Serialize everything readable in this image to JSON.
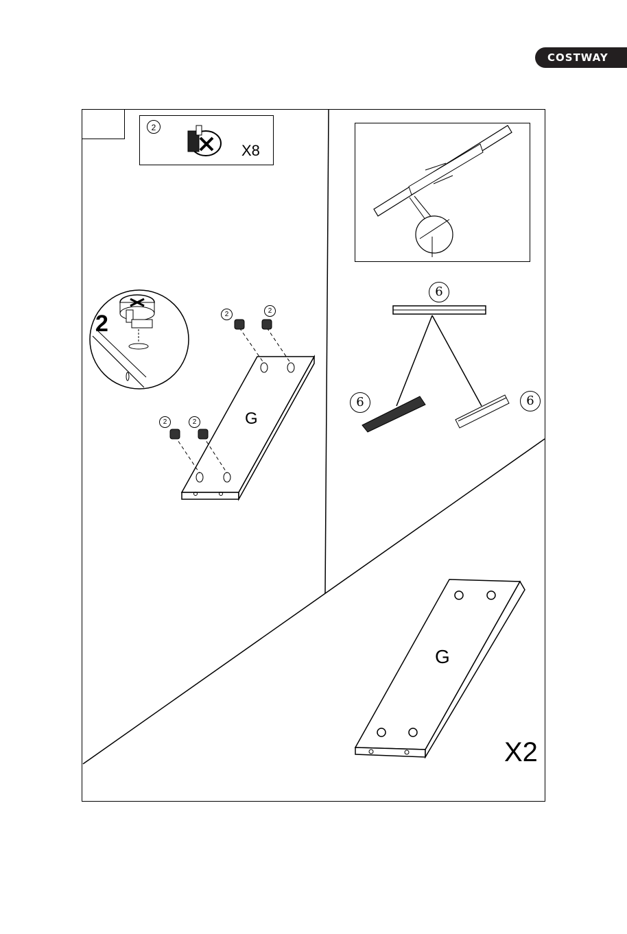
{
  "brand": {
    "name": "COSTWAY"
  },
  "hardware": {
    "part_number": "2",
    "quantity": "X8"
  },
  "detail": {
    "part_number": "2"
  },
  "panel": {
    "label": "G",
    "hole_markers": [
      "2",
      "2",
      "2",
      "2"
    ]
  },
  "slides": {
    "part_number_top": "6",
    "part_number_left": "6",
    "part_number_right": "6"
  },
  "result": {
    "label": "G",
    "quantity": "X2"
  }
}
